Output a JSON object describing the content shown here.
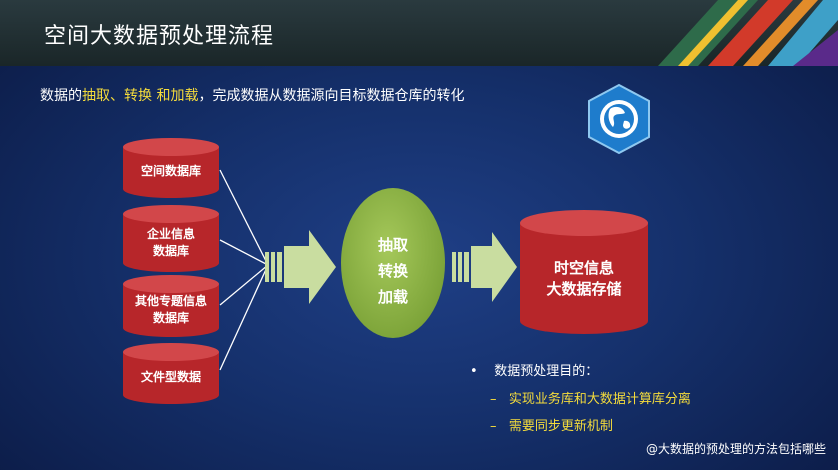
{
  "header": {
    "title": "空间大数据预处理流程"
  },
  "intro": {
    "part1": "数据的",
    "part2": "抽取、转换 和加载",
    "part3": "，完成数据从数据源向目标数据仓库的转化"
  },
  "sources": [
    {
      "lines": [
        "空间数据库"
      ]
    },
    {
      "lines": [
        "企业信息",
        "数据库"
      ]
    },
    {
      "lines": [
        "其他专题信息",
        "数据库"
      ]
    },
    {
      "lines": [
        "文件型数据"
      ]
    }
  ],
  "etl": {
    "lines": [
      "抽取",
      "转换",
      "加载"
    ]
  },
  "target": {
    "lines": [
      "时空信息",
      "大数据存储"
    ]
  },
  "purpose": {
    "title": "数据预处理目的：",
    "items": [
      "实现业务库和大数据计算库分离",
      "需要同步更新机制"
    ]
  },
  "footer": {
    "text": "@大数据的预处理的方法包括哪些"
  },
  "colors": {
    "cylinder_red": "#b7262a",
    "oval_green": "#8cb043",
    "highlight_yellow": "#f5dc3c",
    "arrow_green": "#c9dda0",
    "logo_blue": "#1e7ccc"
  },
  "icons": {
    "logo": "globe-icon"
  }
}
